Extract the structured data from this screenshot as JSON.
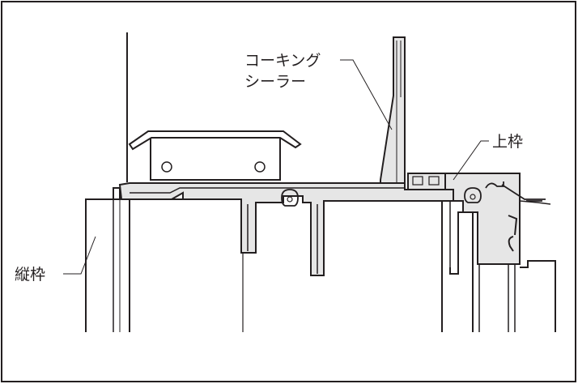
{
  "labels": {
    "caulking_line1": "コーキング",
    "caulking_line2": "シーラー",
    "upper_frame": "上枠",
    "vertical_frame": "縦枠"
  },
  "colors": {
    "line": "#231f20",
    "section_fill": "#e6e6e6",
    "background": "#ffffff"
  }
}
